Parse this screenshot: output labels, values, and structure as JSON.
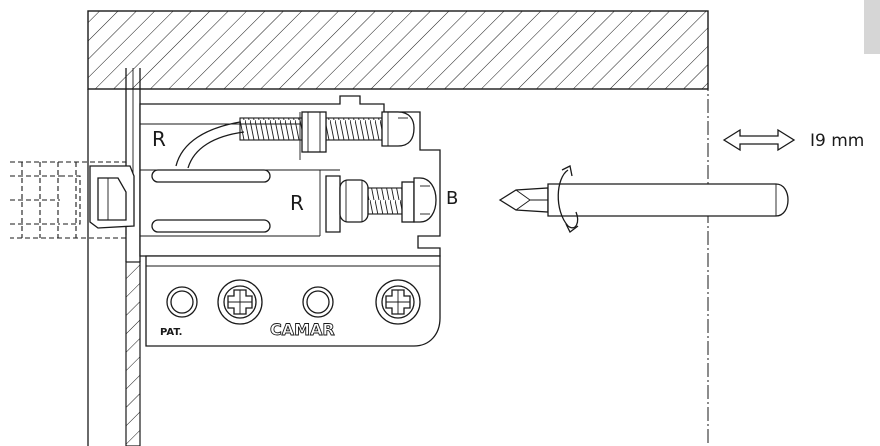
{
  "labels": {
    "r_top": "R",
    "r_mid": "R",
    "b": "B",
    "dimension": "I9 mm",
    "brand": "CAMAR",
    "pat": "PAT."
  }
}
